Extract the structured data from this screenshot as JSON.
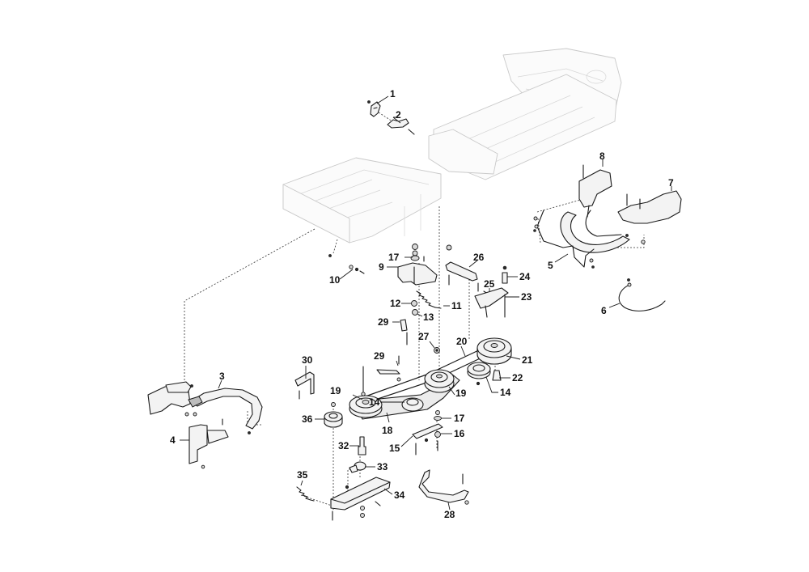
{
  "diagram": {
    "title": "Exploded parts diagram – mower deck drive, belts and linkage",
    "background_color": "#ffffff",
    "line_color": "#1a1a1a",
    "frame_color": "#c9c9c9",
    "callouts": [
      {
        "id": "c1",
        "label": "1"
      },
      {
        "id": "c2",
        "label": "2"
      },
      {
        "id": "c3",
        "label": "3"
      },
      {
        "id": "c4",
        "label": "4"
      },
      {
        "id": "c5",
        "label": "5"
      },
      {
        "id": "c6",
        "label": "6"
      },
      {
        "id": "c7",
        "label": "7"
      },
      {
        "id": "c8",
        "label": "8"
      },
      {
        "id": "c9",
        "label": "9"
      },
      {
        "id": "c10",
        "label": "10"
      },
      {
        "id": "c11",
        "label": "11"
      },
      {
        "id": "c12",
        "label": "12"
      },
      {
        "id": "c13",
        "label": "13"
      },
      {
        "id": "c14a",
        "label": "14"
      },
      {
        "id": "c14b",
        "label": "14"
      },
      {
        "id": "c15",
        "label": "15"
      },
      {
        "id": "c16",
        "label": "16"
      },
      {
        "id": "c17a",
        "label": "17"
      },
      {
        "id": "c17b",
        "label": "17"
      },
      {
        "id": "c18",
        "label": "18"
      },
      {
        "id": "c19a",
        "label": "19"
      },
      {
        "id": "c19b",
        "label": "19"
      },
      {
        "id": "c20",
        "label": "20"
      },
      {
        "id": "c21",
        "label": "21"
      },
      {
        "id": "c22",
        "label": "22"
      },
      {
        "id": "c23",
        "label": "23"
      },
      {
        "id": "c24",
        "label": "24"
      },
      {
        "id": "c25",
        "label": "25"
      },
      {
        "id": "c26",
        "label": "26"
      },
      {
        "id": "c27",
        "label": "27"
      },
      {
        "id": "c28",
        "label": "28"
      },
      {
        "id": "c29a",
        "label": "29"
      },
      {
        "id": "c29b",
        "label": "29"
      },
      {
        "id": "c30",
        "label": "30"
      },
      {
        "id": "c32",
        "label": "32"
      },
      {
        "id": "c33",
        "label": "33"
      },
      {
        "id": "c34",
        "label": "34"
      },
      {
        "id": "c35",
        "label": "35"
      },
      {
        "id": "c36",
        "label": "36"
      }
    ]
  }
}
